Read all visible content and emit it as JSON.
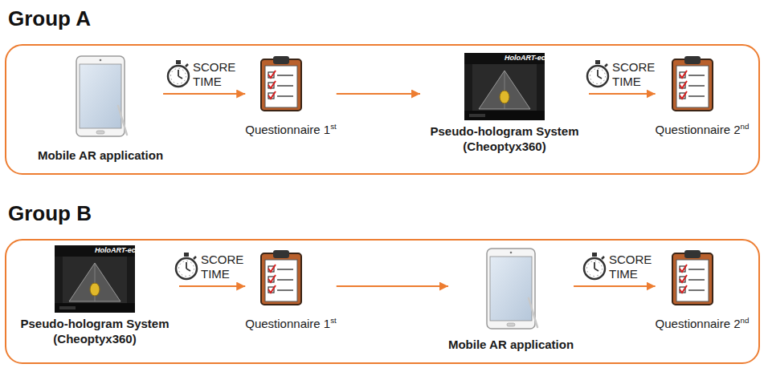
{
  "diagram": {
    "nodes": [
      {
        "text": [
          "Group A"
        ]
      },
      {
        "text": [
          "Mobile AR application"
        ],
        "in": 0
      },
      {
        "text": [
          "Questionnaire 1st"
        ],
        "in": 0
      },
      {
        "text": [
          "Pseudo-hologram System (Cheoptyx360)"
        ],
        "in": 0
      },
      {
        "text": [
          "Questionnaire 2nd"
        ],
        "in": 0
      },
      {
        "text": [
          "Group B"
        ]
      },
      {
        "text": [
          "Pseudo-hologram System (Cheoptyx360)"
        ],
        "in": 5
      },
      {
        "text": [
          "Questionnaire 1st"
        ],
        "in": 5
      },
      {
        "text": [
          "Mobile AR application"
        ],
        "in": 5
      },
      {
        "text": [
          "Questionnaire 2nd"
        ],
        "in": 5
      }
    ],
    "edges": [
      {
        "from": 1,
        "to": 2,
        "label": "SCORE TIME",
        "arrow": "to"
      },
      {
        "from": 2,
        "to": 3,
        "arrow": "to"
      },
      {
        "from": 3,
        "to": 4,
        "label": "SCORE TIME",
        "arrow": "to"
      },
      {
        "from": 6,
        "to": 7,
        "label": "SCORE TIME",
        "arrow": "to"
      },
      {
        "from": 7,
        "to": 8,
        "arrow": "to"
      },
      {
        "from": 8,
        "to": 9,
        "label": "SCORE TIME",
        "arrow": "to"
      }
    ],
    "labels": [
      "HoloART-ec",
      "HoloART-ec"
    ]
  }
}
